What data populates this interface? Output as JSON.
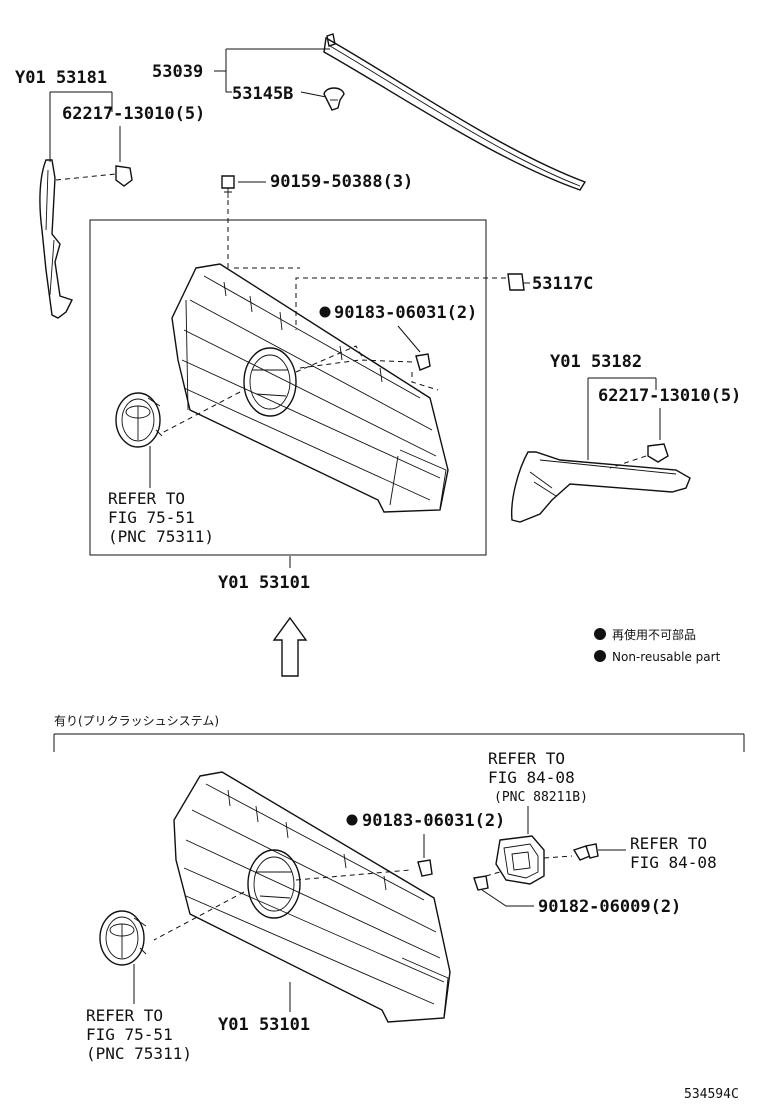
{
  "diagram_id": "534594C",
  "legend": {
    "jp": "再使用不可部品",
    "en": "Non-reusable part"
  },
  "option_label": "有り(プリクラッシュシステム)",
  "top": {
    "p53039": "53039",
    "p53145B": "53145B",
    "pY01_53181": "Y01 53181",
    "p62217_left": "62217-13010(5)",
    "p90159": "90159-50388(3)",
    "p53117C": "53117C",
    "p90183": "90183-06031(2)",
    "pY01_53182": "Y01 53182",
    "p62217_right": "62217-13010(5)",
    "refer1": "REFER TO",
    "refer2": "FIG 75-51",
    "refer3": "(PNC 75311)",
    "grille_label": "Y01 53101"
  },
  "bottom": {
    "p90183": "90183-06031(2)",
    "ref84_1": "REFER TO",
    "ref84_2": "FIG 84-08",
    "ref84_3": "(PNC 88211B)",
    "ref84b_1": "REFER TO",
    "ref84b_2": "FIG 84-08",
    "p90182": "90182-06009(2)",
    "refer1": "REFER TO",
    "refer2": "FIG 75-51",
    "refer3": "(PNC 75311)",
    "grille_label": "Y01 53101"
  }
}
